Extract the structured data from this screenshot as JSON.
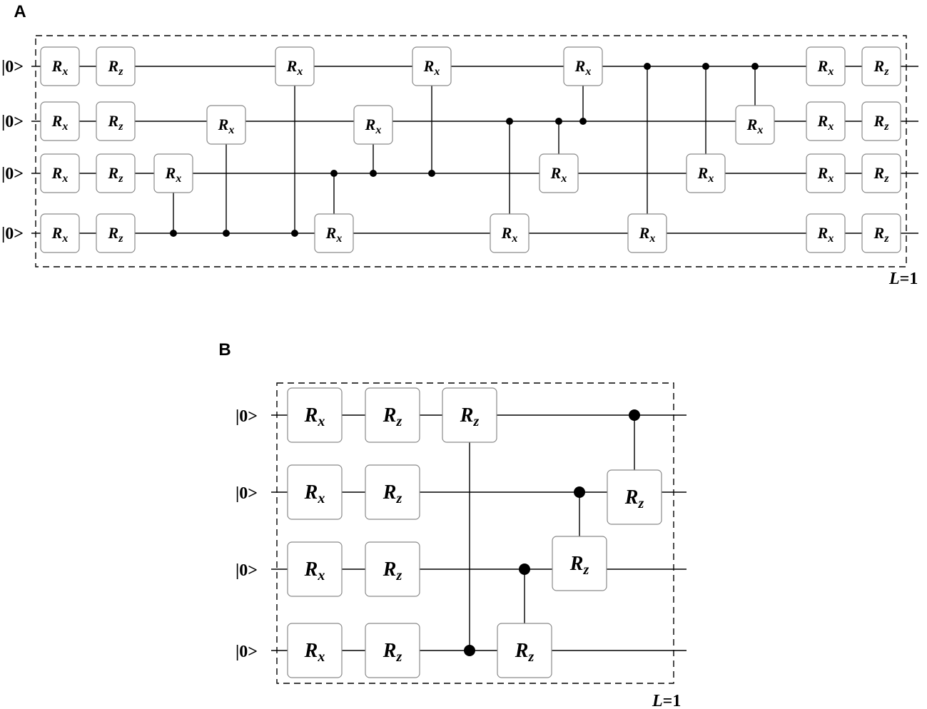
{
  "circuits": [
    {
      "label": "A",
      "qubit_label": "|0>",
      "layer_label_italic": "L",
      "layer_label_rest": "=1",
      "gates": [
        {
          "q": 0,
          "name": "R",
          "sub": "x"
        },
        {
          "q": 0,
          "name": "R",
          "sub": "z"
        },
        {
          "q": 1,
          "name": "R",
          "sub": "x"
        },
        {
          "q": 1,
          "name": "R",
          "sub": "z"
        },
        {
          "q": 2,
          "name": "R",
          "sub": "x"
        },
        {
          "q": 2,
          "name": "R",
          "sub": "z"
        },
        {
          "q": 3,
          "name": "R",
          "sub": "x"
        },
        {
          "q": 3,
          "name": "R",
          "sub": "z"
        },
        {
          "q": 2,
          "name": "R",
          "sub": "x",
          "ctrl": 3
        },
        {
          "q": 1,
          "name": "R",
          "sub": "x",
          "ctrl": 3
        },
        {
          "q": 0,
          "name": "R",
          "sub": "x",
          "ctrl": 3
        },
        {
          "q": 3,
          "name": "R",
          "sub": "x",
          "ctrl": 2
        },
        {
          "q": 1,
          "name": "R",
          "sub": "x",
          "ctrl": 2
        },
        {
          "q": 0,
          "name": "R",
          "sub": "x",
          "ctrl": 2
        },
        {
          "q": 3,
          "name": "R",
          "sub": "x",
          "ctrl": 1
        },
        {
          "q": 2,
          "name": "R",
          "sub": "x",
          "ctrl": 1
        },
        {
          "q": 0,
          "name": "R",
          "sub": "x",
          "ctrl": 1
        },
        {
          "q": 3,
          "name": "R",
          "sub": "x",
          "ctrl": 0
        },
        {
          "q": 2,
          "name": "R",
          "sub": "x",
          "ctrl": 0
        },
        {
          "q": 1,
          "name": "R",
          "sub": "x",
          "ctrl": 0
        },
        {
          "q": 0,
          "name": "R",
          "sub": "x"
        },
        {
          "q": 0,
          "name": "R",
          "sub": "z"
        },
        {
          "q": 1,
          "name": "R",
          "sub": "x"
        },
        {
          "q": 1,
          "name": "R",
          "sub": "z"
        },
        {
          "q": 2,
          "name": "R",
          "sub": "x"
        },
        {
          "q": 2,
          "name": "R",
          "sub": "z"
        },
        {
          "q": 3,
          "name": "R",
          "sub": "x"
        },
        {
          "q": 3,
          "name": "R",
          "sub": "z"
        }
      ]
    },
    {
      "label": "B",
      "qubit_label": "|0>",
      "layer_label_italic": "L",
      "layer_label_rest": "=1",
      "gates": [
        {
          "q": 0,
          "name": "R",
          "sub": "x"
        },
        {
          "q": 0,
          "name": "R",
          "sub": "z"
        },
        {
          "q": 1,
          "name": "R",
          "sub": "x"
        },
        {
          "q": 1,
          "name": "R",
          "sub": "z"
        },
        {
          "q": 2,
          "name": "R",
          "sub": "x"
        },
        {
          "q": 2,
          "name": "R",
          "sub": "z"
        },
        {
          "q": 3,
          "name": "R",
          "sub": "x"
        },
        {
          "q": 3,
          "name": "R",
          "sub": "z"
        },
        {
          "q": 0,
          "name": "R",
          "sub": "z",
          "ctrl": 3
        },
        {
          "q": 3,
          "name": "R",
          "sub": "z",
          "ctrl": 2
        },
        {
          "q": 2,
          "name": "R",
          "sub": "z",
          "ctrl": 1
        },
        {
          "q": 1,
          "name": "R",
          "sub": "z",
          "ctrl": 0
        }
      ]
    }
  ]
}
